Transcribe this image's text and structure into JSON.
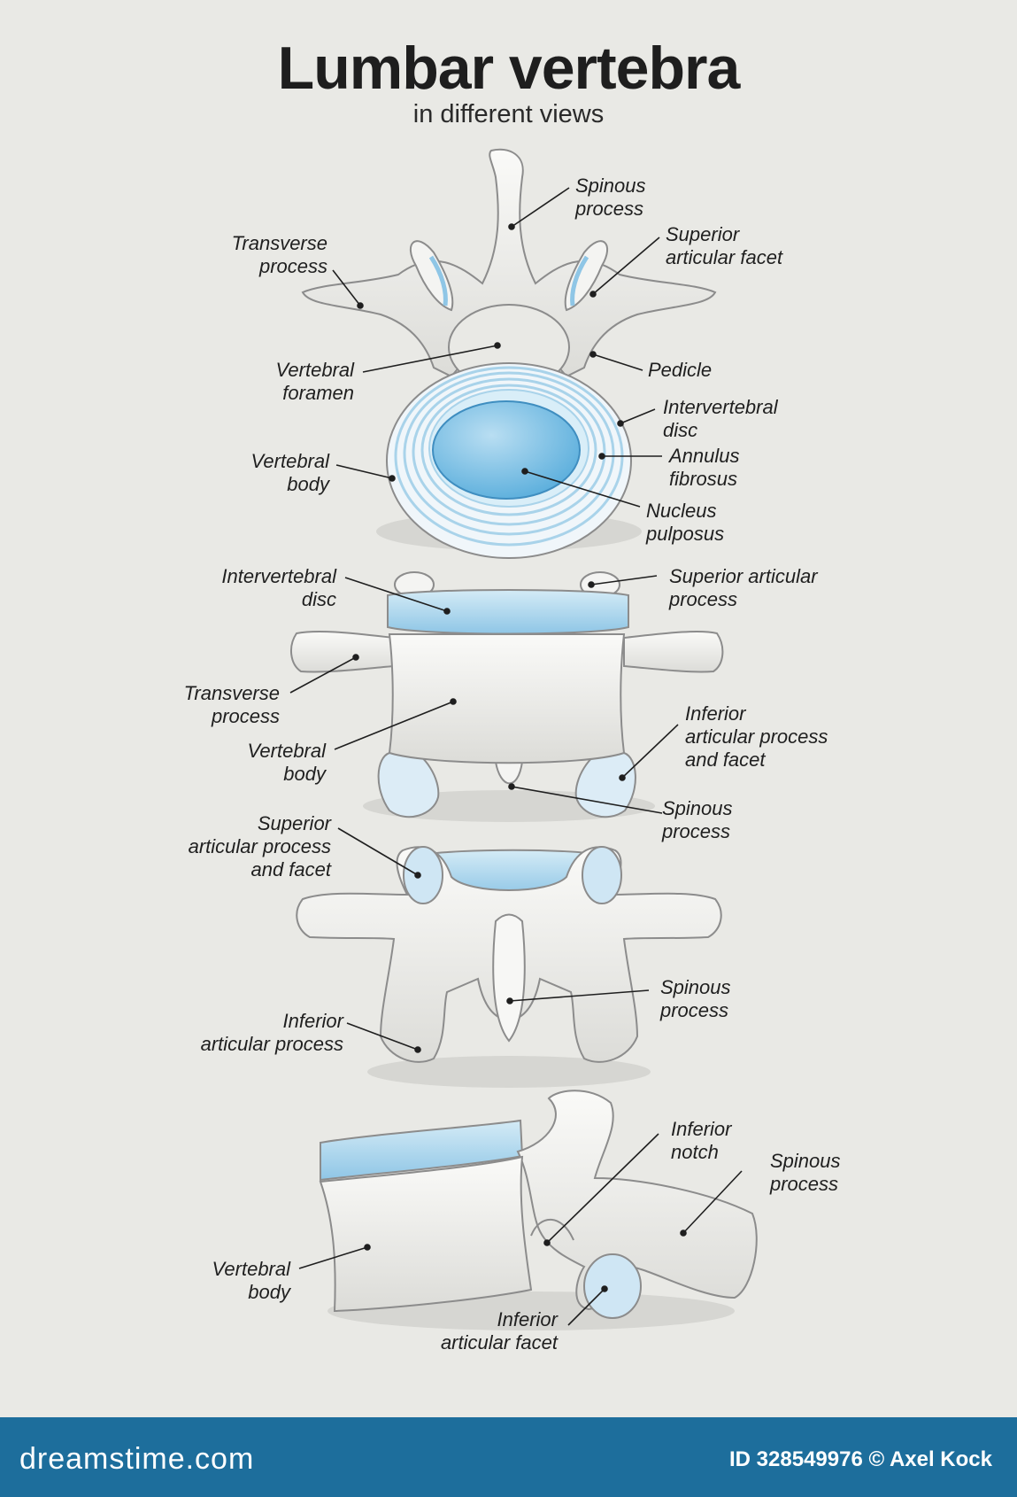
{
  "title": "Lumbar vertebra",
  "subtitle": "in different views",
  "labels": {
    "superior_view": {
      "spinous_process": [
        "Spinous",
        "process"
      ],
      "transverse_process": [
        "Transverse",
        "process"
      ],
      "superior_articular_facet": [
        "Superior",
        "articular facet"
      ],
      "vertebral_foramen": [
        "Vertebral",
        "foramen"
      ],
      "pedicle": [
        "Pedicle"
      ],
      "intervertebral_disc": [
        "Intervertebral",
        "disc"
      ],
      "annulus_fibrosus": [
        "Annulus",
        "fibrosus"
      ],
      "vertebral_body": [
        "Vertebral",
        "body"
      ],
      "nucleus_pulposus": [
        "Nucleus",
        "pulposus"
      ]
    },
    "anterior_view": {
      "intervertebral_disc": [
        "Intervertebral",
        "disc"
      ],
      "superior_articular_process": [
        "Superior articular",
        "process"
      ],
      "transverse_process": [
        "Transverse",
        "process"
      ],
      "vertebral_body": [
        "Vertebral",
        "body"
      ],
      "inferior_articular_process_facet": [
        "Inferior",
        "articular process",
        "and facet"
      ],
      "spinous_process": [
        "Spinous",
        "process"
      ]
    },
    "posterior_view": {
      "superior_articular_process_facet": [
        "Superior",
        "articular process",
        "and facet"
      ],
      "spinous_process": [
        "Spinous",
        "process"
      ],
      "inferior_articular_process": [
        "Inferior",
        "articular process"
      ]
    },
    "lateral_view": {
      "inferior_notch": [
        "Inferior",
        "notch"
      ],
      "spinous_process": [
        "Spinous",
        "process"
      ],
      "vertebral_body": [
        "Vertebral",
        "body"
      ],
      "inferior_articular_facet": [
        "Inferior",
        "articular facet"
      ]
    }
  },
  "footer": {
    "brand": "dreamstime.com",
    "id_text": "ID 328549976 © Axel Kock"
  },
  "colors": {
    "bone": "#f3f3f0",
    "bone_outline": "#8c8c8c",
    "disc_blue": "#a9d3ea",
    "nucleus_blue": "#6fb7e0",
    "footer": "#1d6e9c"
  }
}
